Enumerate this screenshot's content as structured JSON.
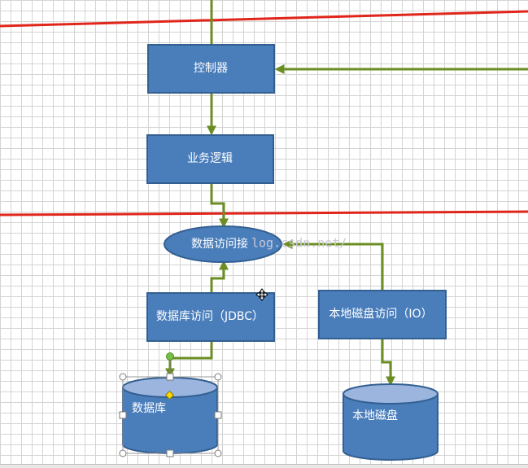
{
  "diagram": {
    "nodes": {
      "controller": "控制器",
      "business_logic": "业务逻辑",
      "data_access_interface": "数据访问接",
      "db_access": "数据库访问（JDBC）",
      "local_disk_access": "本地磁盘访问（IO）",
      "database": "数据库",
      "local_disk": "本地磁盘"
    },
    "watermark": "log.csdn.net/"
  },
  "colors": {
    "box_fill": "#4a7ebb",
    "box_stroke": "#335f91",
    "ellipse_fill": "#4a7ebb",
    "cylinder_top": "#9bb5de",
    "connector": "#6b8e23",
    "layer_line": "#e0261b",
    "selection_handle": "#ffffff",
    "rotation_handle": "#77c043",
    "adjust_handle": "#ffd700"
  }
}
